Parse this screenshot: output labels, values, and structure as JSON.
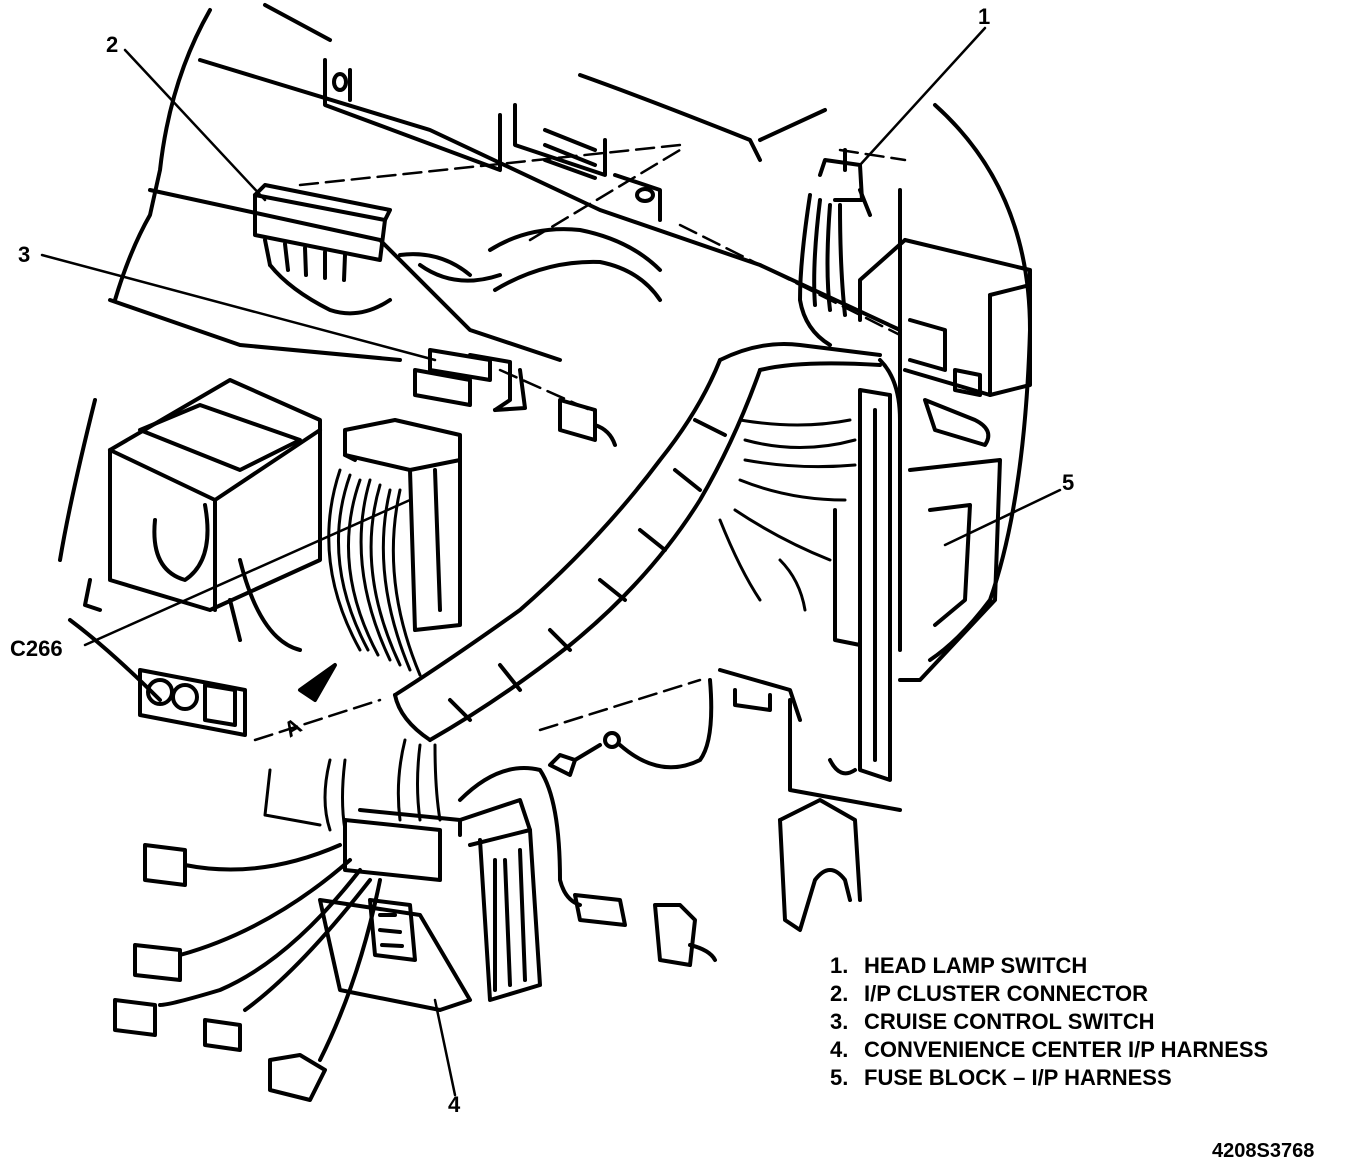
{
  "callouts": {
    "c1": "1",
    "c2": "2",
    "c3": "3",
    "c4": "4",
    "c5": "5",
    "c266": "C266",
    "view_a": "A"
  },
  "legend": [
    {
      "num": "1.",
      "label": "HEAD LAMP SWITCH"
    },
    {
      "num": "2.",
      "label": "I/P CLUSTER CONNECTOR"
    },
    {
      "num": "3.",
      "label": "CRUISE CONTROL SWITCH"
    },
    {
      "num": "4.",
      "label": "CONVENIENCE CENTER I/P HARNESS"
    },
    {
      "num": "5.",
      "label": "FUSE BLOCK – I/P HARNESS"
    }
  ],
  "figure_id": "4208S3768"
}
